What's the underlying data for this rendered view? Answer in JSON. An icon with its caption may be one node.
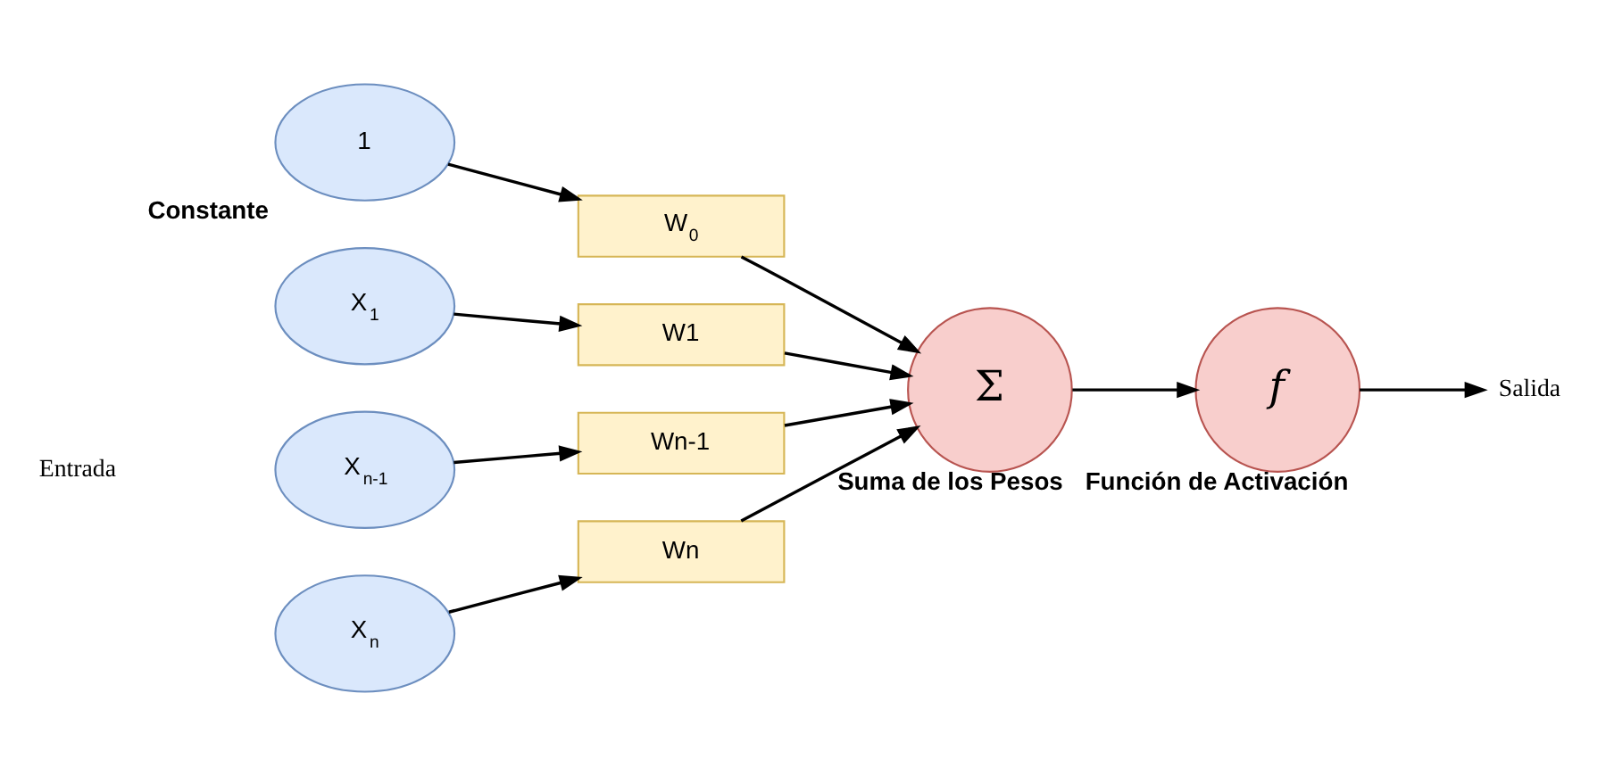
{
  "diagram": {
    "nodes": [
      {
        "text": [
          "1"
        ],
        "beside": [
          "Constante"
        ]
      },
      {
        "text": [
          "W$_{0}$"
        ]
      },
      {
        "text": [
          "X$_{1}$"
        ]
      },
      {
        "text": [
          "W1"
        ]
      },
      {
        "text": [
          "X$_{n-1}$"
        ]
      },
      {
        "text": [
          "Wn-1"
        ]
      },
      {
        "text": [
          "X$_{n}$"
        ]
      },
      {
        "text": [
          "Wn"
        ]
      },
      {
        "text": [
          "Σ"
        ],
        "beside": [
          "Suma de los Pesos"
        ]
      },
      {
        "text": [
          "𝑓"
        ],
        "beside": [
          "Función de Activación"
        ]
      },
      {
        "text": [
          "Salida"
        ]
      }
    ],
    "edges": [
      {
        "from": 0,
        "to": 1,
        "arrow": "to"
      },
      {
        "from": 2,
        "to": 3,
        "arrow": "to"
      },
      {
        "from": 4,
        "to": 5,
        "arrow": "to"
      },
      {
        "from": 6,
        "to": 7,
        "arrow": "to"
      },
      {
        "from": 1,
        "to": 8,
        "arrow": "to"
      },
      {
        "from": 3,
        "to": 8,
        "arrow": "to"
      },
      {
        "from": 5,
        "to": 8,
        "arrow": "to"
      },
      {
        "from": 7,
        "to": 8,
        "arrow": "to"
      },
      {
        "from": 8,
        "to": 9,
        "arrow": "to"
      },
      {
        "from": 9,
        "to": 10,
        "arrow": "to"
      }
    ],
    "labels": [
      "Entrada"
    ]
  }
}
